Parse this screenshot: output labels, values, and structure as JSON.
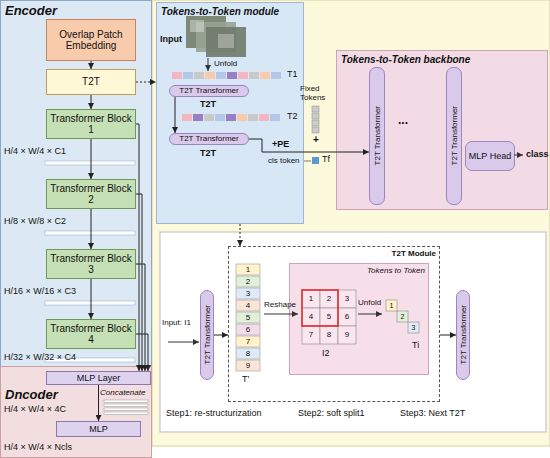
{
  "diagram": {
    "nodes": [
      {
        "text": [
          "Encoder"
        ]
      },
      {
        "text": [
          "Overlap Patch Embedding"
        ],
        "in": 0
      },
      {
        "text": [
          "T2T"
        ],
        "in": 0
      },
      {
        "text": [
          "Transformer Block 1"
        ],
        "in": 0
      },
      {
        "text": [
          "Transformer Block 2"
        ],
        "in": 0
      },
      {
        "text": [
          "Transformer Block 3"
        ],
        "in": 0
      },
      {
        "text": [
          "Transformer Block 4"
        ],
        "in": 0
      },
      {
        "text": [
          "Dncoder"
        ]
      },
      {
        "text": [
          "MLP Layer"
        ],
        "in": 7
      },
      {
        "text": [
          "MLP"
        ],
        "in": 7
      },
      {
        "text": [
          "Tokens-to-Token module"
        ]
      },
      {
        "text": [
          "T2T Transformer"
        ],
        "in": 10
      },
      {
        "text": [
          "T2T Transformer"
        ],
        "in": 10
      },
      {
        "text": [
          "Tokens-to-Token backbone"
        ]
      },
      {
        "text": [
          "T2T Transformer"
        ],
        "in": 13
      },
      {
        "text": [
          "T2T Transformer"
        ],
        "in": 13
      },
      {
        "text": [
          "MLP Head"
        ],
        "in": 13
      },
      {
        "text": [
          "T2T Transformer"
        ]
      },
      {
        "text": [
          "T2T Module"
        ]
      },
      {
        "text": [
          "Tokens to Token"
        ],
        "in": 18
      },
      {
        "text": [
          "T2T Transformer"
        ]
      }
    ],
    "edges": [
      {
        "from": 1,
        "to": 2,
        "arrow": "to"
      },
      {
        "from": 2,
        "to": 3,
        "arrow": "to"
      },
      {
        "from": 3,
        "to": 4,
        "arrow": "to"
      },
      {
        "from": 4,
        "to": 5,
        "arrow": "to"
      },
      {
        "from": 5,
        "to": 6,
        "arrow": "to"
      },
      {
        "from": 3,
        "to": 8,
        "arrow": "to"
      },
      {
        "from": 4,
        "to": 8,
        "arrow": "to"
      },
      {
        "from": 5,
        "to": 8,
        "arrow": "to"
      },
      {
        "from": 6,
        "to": 8,
        "arrow": "to"
      },
      {
        "from": 8,
        "to": 9,
        "arrow": "to"
      },
      {
        "from": 2,
        "to": 10,
        "arrow": "to"
      },
      {
        "from": 11,
        "to": 12,
        "arrow": "to"
      },
      {
        "from": 12,
        "to": 14,
        "label": "+PE",
        "arrow": "to"
      },
      {
        "from": 10,
        "to": 18,
        "arrow": "to"
      },
      {
        "from": 17,
        "to": 18,
        "arrow": "to"
      },
      {
        "from": 18,
        "to": 20,
        "arrow": "to"
      }
    ],
    "labels": [
      "H/4 × W/4 × C1",
      "H/8 × W/8 × C2",
      "H/16 × W/16 × C3",
      "H/32 × W/32 × C4",
      "Concatenate",
      "H/4 × W/4 × 4C",
      "H/4 × W/4 × Ncls",
      "Input",
      "Unfold",
      "T1",
      "T2T",
      "T2",
      "T2T",
      "Fixed Tokens",
      "+",
      "cls token",
      "Tf",
      "...",
      "class",
      "Input: I1",
      "T'",
      "Reshape",
      "I2",
      "Unfold",
      "Ti",
      "Step1: re-structurization",
      "Step2: soft split1",
      "Step3: Next T2T",
      "1",
      "2",
      "3",
      "4",
      "5",
      "6",
      "7",
      "8",
      "9",
      "1",
      "2",
      "3",
      "4",
      "5",
      "6",
      "7",
      "8",
      "9",
      "1",
      "2",
      "3"
    ]
  }
}
